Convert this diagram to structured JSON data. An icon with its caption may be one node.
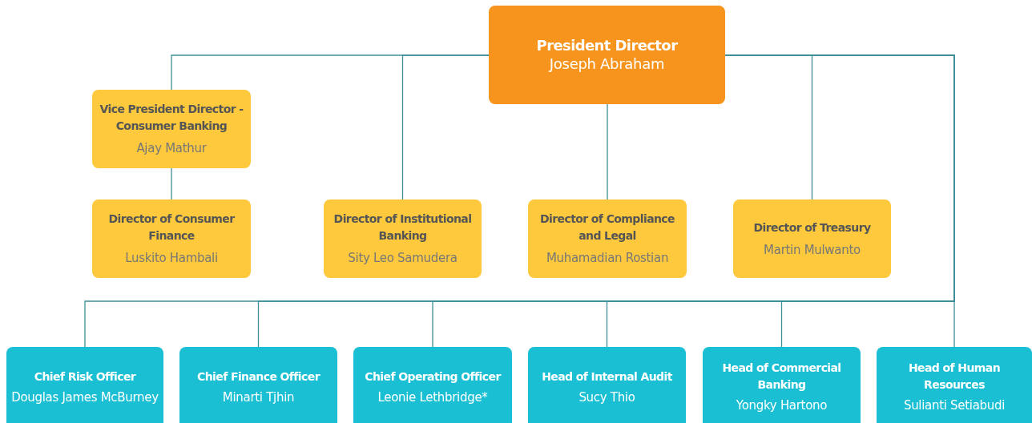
{
  "diagram": {
    "nodes": [
      {
        "text": [
          "President Director",
          "Joseph Abraham"
        ]
      },
      {
        "text": [
          "Vice President Director - Consumer Banking",
          "Ajay Mathur"
        ]
      },
      {
        "text": [
          "Director of Consumer Finance",
          "Luskito Hambali"
        ]
      },
      {
        "text": [
          "Director of Institutional Banking",
          "Sity Leo Samudera"
        ]
      },
      {
        "text": [
          "Director of Compliance and Legal",
          "Muhamadian Rostian"
        ]
      },
      {
        "text": [
          "Director of Treasury",
          "Martin Mulwanto"
        ]
      },
      {
        "text": [
          "Chief Risk Officer",
          "Douglas James McBurney"
        ]
      },
      {
        "text": [
          "Chief Finance Officer",
          "Minarti Tjhin"
        ]
      },
      {
        "text": [
          "Chief Operating Officer",
          "Leonie Lethbridge*"
        ]
      },
      {
        "text": [
          "Head of Internal Audit",
          "Sucy Thio"
        ]
      },
      {
        "text": [
          "Head of Commercial Banking",
          "Yongky Hartono"
        ]
      },
      {
        "text": [
          "Head of Human Resources",
          "Sulianti Setiabudi"
        ]
      }
    ],
    "edges": [
      {
        "from": 0,
        "to": 1,
        "arrow": "none"
      },
      {
        "from": 0,
        "to": 3,
        "arrow": "none"
      },
      {
        "from": 0,
        "to": 4,
        "arrow": "none"
      },
      {
        "from": 0,
        "to": 5,
        "arrow": "none"
      },
      {
        "from": 1,
        "to": 2,
        "arrow": "none"
      },
      {
        "from": 0,
        "to": 6,
        "arrow": "none"
      },
      {
        "from": 0,
        "to": 7,
        "arrow": "none"
      },
      {
        "from": 0,
        "to": 8,
        "arrow": "none"
      },
      {
        "from": 0,
        "to": 9,
        "arrow": "none"
      },
      {
        "from": 0,
        "to": 10,
        "arrow": "none"
      },
      {
        "from": 0,
        "to": 11,
        "arrow": "none"
      }
    ]
  }
}
